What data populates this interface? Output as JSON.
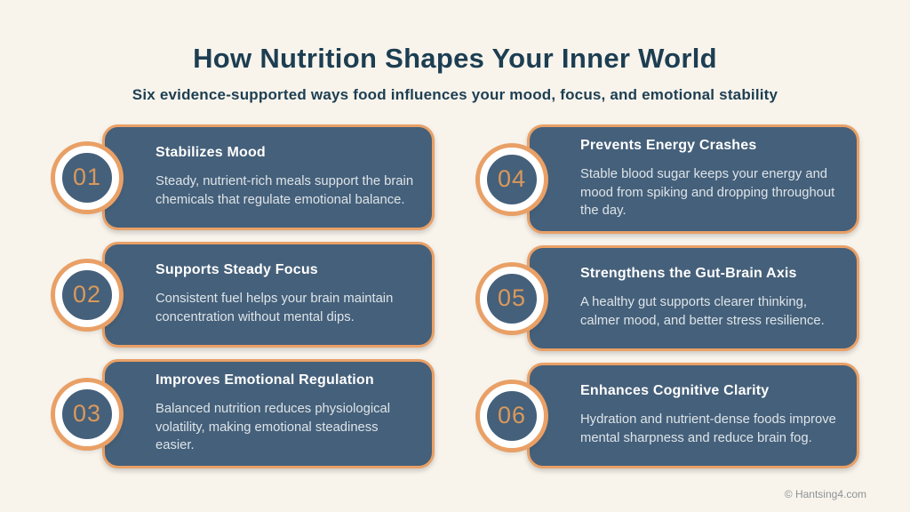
{
  "page": {
    "title": "How Nutrition Shapes Your Inner World",
    "subtitle": "Six evidence-supported ways food influences your mood, focus, and emotional stability",
    "credit": "© Hantsing4.com"
  },
  "cards": [
    {
      "number": "01",
      "title": "Stabilizes Mood",
      "body": "Steady, nutrient-rich meals support the brain chemicals that regulate emotional balance."
    },
    {
      "number": "02",
      "title": "Supports Steady Focus",
      "body": "Consistent fuel helps your brain maintain concentration without mental dips."
    },
    {
      "number": "03",
      "title": "Improves Emotional Regulation",
      "body": "Balanced nutrition reduces physiological volatility, making emotional steadiness easier."
    },
    {
      "number": "04",
      "title": "Prevents Energy Crashes",
      "body": "Stable blood sugar keeps your energy and mood from spiking and dropping throughout the day."
    },
    {
      "number": "05",
      "title": "Strengthens the Gut-Brain Axis",
      "body": "A healthy gut supports clearer thinking, calmer mood, and better stress resilience."
    },
    {
      "number": "06",
      "title": "Enhances Cognitive Clarity",
      "body": "Hydration and nutrient-dense foods improve mental sharpness and reduce brain fog."
    }
  ],
  "colors": {
    "background": "#f8f4ec",
    "card_bg": "#45607a",
    "accent_orange": "#e9a066",
    "number_orange": "#d9995c",
    "heading_dark": "#1d3e52",
    "body_text": "#dde4e9",
    "credit_text": "#8d9296"
  }
}
